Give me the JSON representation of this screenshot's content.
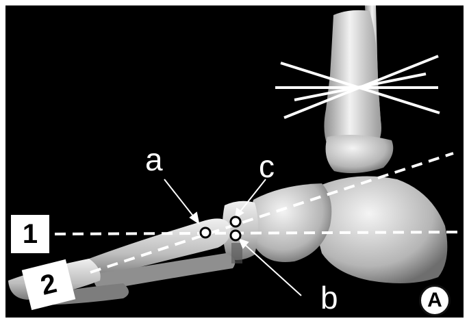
{
  "labels": {
    "a": "a",
    "b": "b",
    "c": "c",
    "line1": "1",
    "line2": "2",
    "panel": "A"
  },
  "colors": {
    "background": "#000000",
    "frame": "#ffffff",
    "bone": "#d9d9d9",
    "axis_lines": "#ffffff"
  }
}
